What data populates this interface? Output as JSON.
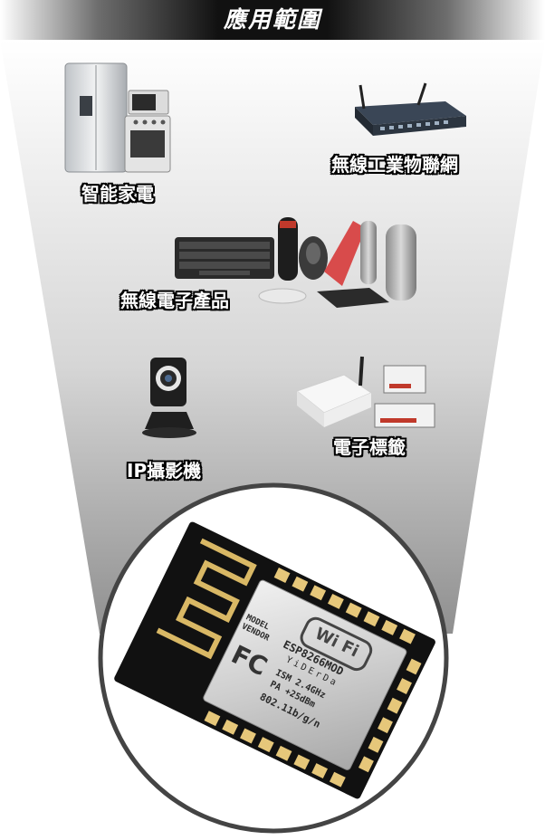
{
  "header": {
    "title": "應用範圍"
  },
  "applications": [
    {
      "label": "智能家電"
    },
    {
      "label": "無線工業物聯網"
    },
    {
      "label": "無線電子產品"
    },
    {
      "label": "IP攝影機"
    },
    {
      "label": "電子標籤"
    }
  ],
  "module": {
    "brand_logo_text": "Wi Fi",
    "model_line1": "MODEL",
    "model_line2": "VENDOR",
    "chip_name": "ESP8266MOD",
    "vendor_name": "YiDErDa",
    "cert_mark": "FC",
    "spec_ism": "ISM  2.4GHz",
    "spec_pa": "PA   +25dBm",
    "spec_std": "802.11b/g/n"
  },
  "colors": {
    "header_dark": "#111111",
    "cone_top": "#ffffff",
    "cone_bottom": "#9a9a9a",
    "circle_border": "#4a4a4a",
    "pcb": "#111111",
    "gold_pad": "#e6c77a",
    "shield": "#d9d9d9"
  }
}
